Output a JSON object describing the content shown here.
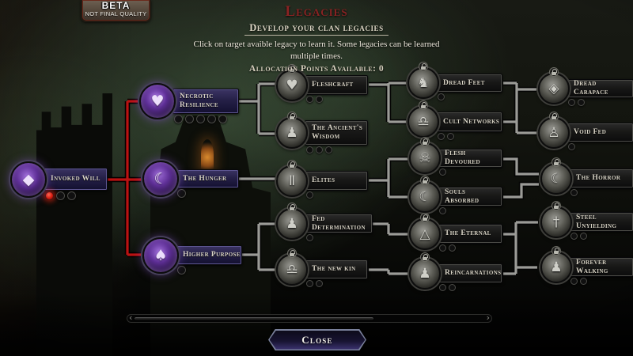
{
  "beta_badge": {
    "label": "BETA",
    "sub_label": "NOT FINAL QUALITY"
  },
  "header": {
    "title": "Legacies",
    "subtitle": "Develop your clan legacies",
    "instructions_line1": "Click on target avaible legacy to learn it. Some legacies can be learned",
    "instructions_line2": "multiple times.",
    "allocation_points": "Allocation Points Available: 0"
  },
  "colors": {
    "title_red": "#8a2323",
    "connector_red": "#bb1212",
    "connector_grey": "#9b9b97",
    "node_purple_glow": "#965ae6",
    "plate_purple": "#2c2752",
    "close_button_purple": "#3c3470",
    "lit_pip_red": "#d81c10"
  },
  "tree": {
    "nodes": [
      {
        "id": "invoked-will",
        "label": "Invoked Will",
        "icon": "crystal-claw-icon",
        "glyph": "◆",
        "state": "active",
        "pips": 3,
        "lit": 1
      },
      {
        "id": "necrotic-resilience",
        "label": "Necrotic Resilience",
        "icon": "heart-cross-icon",
        "glyph": "♥",
        "state": "available",
        "pips": 5,
        "lit": 0
      },
      {
        "id": "the-hunger",
        "label": "The Hunger",
        "icon": "fanged-maw-icon",
        "glyph": "☾",
        "state": "available",
        "pips": 1,
        "lit": 0
      },
      {
        "id": "higher-purpose",
        "label": "Higher Purpose",
        "icon": "blood-drops-icon",
        "glyph": "♠",
        "state": "available",
        "pips": 1,
        "lit": 0
      },
      {
        "id": "fleshcraft",
        "label": "Fleshcraft",
        "icon": "heart-cross-icon",
        "glyph": "♥",
        "state": "locked",
        "pips": 2,
        "lit": 0
      },
      {
        "id": "ancients-wisdom",
        "label": "The Ancient's Wisdom",
        "icon": "robed-figure-icon",
        "glyph": "♟",
        "state": "locked",
        "pips": 3,
        "lit": 0
      },
      {
        "id": "elites",
        "label": "Elites",
        "icon": "roman-two-icon",
        "glyph": "Ⅱ",
        "state": "locked",
        "pips": 1,
        "lit": 0
      },
      {
        "id": "fed-determination",
        "label": "Fed Determination",
        "icon": "feeding-figure-icon",
        "glyph": "♟",
        "state": "locked",
        "pips": 1,
        "lit": 0
      },
      {
        "id": "the-new-kin",
        "label": "The new kin",
        "icon": "scales-icon",
        "glyph": "♎",
        "state": "locked",
        "pips": 2,
        "lit": 0
      },
      {
        "id": "dread-feet",
        "label": "Dread Feet",
        "icon": "boots-icon",
        "glyph": "♞",
        "state": "locked",
        "pips": 1,
        "lit": 0
      },
      {
        "id": "cult-networks",
        "label": "Cult Networks",
        "icon": "scales-icon",
        "glyph": "♎",
        "state": "locked",
        "pips": 2,
        "lit": 0
      },
      {
        "id": "flesh-devoured",
        "label": "Flesh Devoured",
        "icon": "devouring-beast-icon",
        "glyph": "☠",
        "state": "locked",
        "pips": 1,
        "lit": 0
      },
      {
        "id": "souls-absorbed",
        "label": "Souls Absorbed",
        "icon": "soul-beast-icon",
        "glyph": "☾",
        "state": "locked",
        "pips": 1,
        "lit": 0
      },
      {
        "id": "the-eternal",
        "label": "The Eternal",
        "icon": "droplet-icon",
        "glyph": "△",
        "state": "locked",
        "pips": 2,
        "lit": 0
      },
      {
        "id": "reincarnations",
        "label": "Reincarnations",
        "icon": "hooded-figure-icon",
        "glyph": "♟",
        "state": "locked",
        "pips": 2,
        "lit": 0
      },
      {
        "id": "dread-carapace",
        "label": "Dread Carapace",
        "icon": "carapace-icon",
        "glyph": "◈",
        "state": "locked",
        "pips": 2,
        "lit": 0
      },
      {
        "id": "void-fed",
        "label": "Void Fed",
        "icon": "starved-figure-icon",
        "glyph": "♙",
        "state": "locked",
        "pips": 1,
        "lit": 0
      },
      {
        "id": "the-horror",
        "label": "The Horror",
        "icon": "bat-icon",
        "glyph": "☾",
        "state": "locked",
        "pips": 1,
        "lit": 0
      },
      {
        "id": "steel-unyielding",
        "label": "Steel Unyielding",
        "icon": "sword-icon",
        "glyph": "†",
        "state": "locked",
        "pips": 2,
        "lit": 0
      },
      {
        "id": "forever-walking",
        "label": "Forever Walking",
        "icon": "wanderer-icon",
        "glyph": "♟",
        "state": "locked",
        "pips": 2,
        "lit": 0
      }
    ]
  },
  "footer": {
    "close_label": "Close",
    "scrollbar": {
      "thumb_percent": 66,
      "left_arrow": "‹",
      "right_arrow": "›"
    }
  }
}
